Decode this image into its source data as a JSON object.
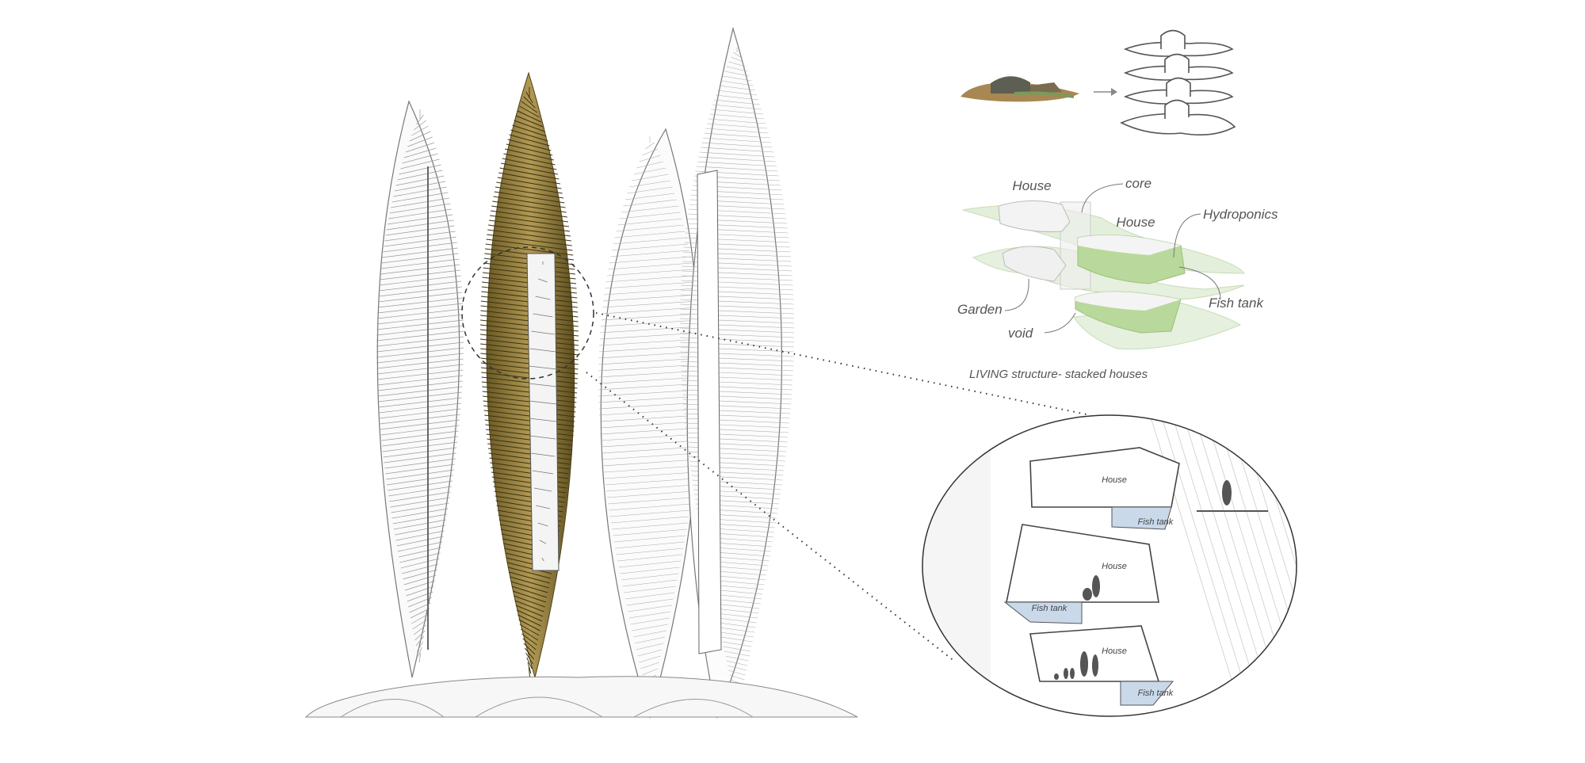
{
  "diagram": {
    "title": "LIVING structure- stacked houses",
    "massing_labels": {
      "house_top": "House",
      "core": "core",
      "house_right": "House",
      "hydroponics": "Hydroponics",
      "garden": "Garden",
      "void": "void",
      "fish_tank": "Fish tank"
    },
    "section_labels": {
      "house_1": "House",
      "fish_tank_1": "Fish tank",
      "house_2": "House",
      "fish_tank_2": "Fish tank",
      "house_3": "House",
      "fish_tank_3": "Fish tank"
    },
    "colors": {
      "tower_gold": "#8a7430",
      "green": "#a9d08e",
      "water": "#c9d9ea",
      "line": "#888888"
    }
  }
}
